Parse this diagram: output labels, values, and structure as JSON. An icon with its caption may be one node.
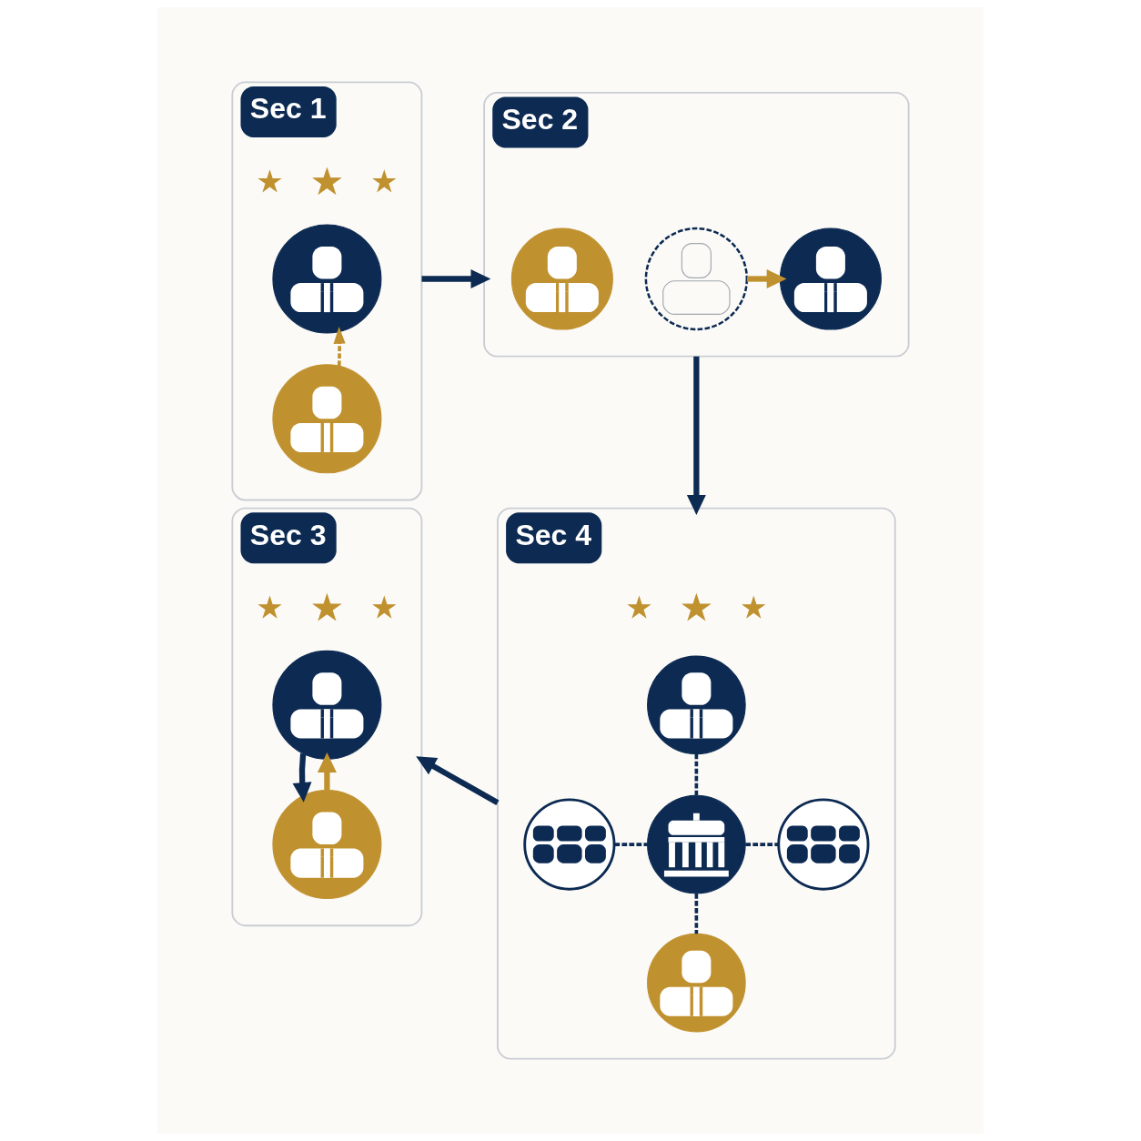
{
  "diagram": {
    "nodes": [
      {
        "text": [
          "Sec 1"
        ]
      },
      {
        "text": [],
        "shape": "star",
        "in": 0
      },
      {
        "text": [],
        "shape": "star",
        "in": 0
      },
      {
        "text": [],
        "shape": "star",
        "in": 0
      },
      {
        "text": [],
        "shape": "person",
        "in": 0
      },
      {
        "text": [],
        "shape": "person",
        "in": 0
      },
      {
        "text": [
          "Sec 2"
        ]
      },
      {
        "text": [],
        "shape": "person",
        "in": 6
      },
      {
        "text": [],
        "shape": "person",
        "in": 6
      },
      {
        "text": [],
        "shape": "person",
        "in": 6
      },
      {
        "text": [
          "Sec 3"
        ]
      },
      {
        "text": [],
        "shape": "star",
        "in": 10
      },
      {
        "text": [],
        "shape": "star",
        "in": 10
      },
      {
        "text": [],
        "shape": "star",
        "in": 10
      },
      {
        "text": [],
        "shape": "person",
        "in": 10
      },
      {
        "text": [],
        "shape": "person",
        "in": 10
      },
      {
        "text": [
          "Sec 4"
        ]
      },
      {
        "text": [],
        "shape": "star",
        "in": 16
      },
      {
        "text": [],
        "shape": "star",
        "in": 16
      },
      {
        "text": [],
        "shape": "star",
        "in": 16
      },
      {
        "text": [],
        "shape": "person",
        "in": 16
      },
      {
        "text": [],
        "shape": "person",
        "in": 16
      },
      {
        "text": [],
        "shape": "picture",
        "in": 16
      },
      {
        "text": [],
        "shape": "person",
        "in": 16
      },
      {
        "text": [],
        "shape": "person",
        "in": 16
      }
    ],
    "edges": [
      {
        "from": 5,
        "to": 4,
        "arrow": "to",
        "style": "dashed",
        "color": "#c0912f"
      },
      {
        "from": 0,
        "to": 6,
        "arrow": "to"
      },
      {
        "from": 8,
        "to": 9,
        "arrow": "to",
        "color": "#c0912f"
      },
      {
        "from": 6,
        "to": 16,
        "arrow": "to"
      },
      {
        "from": 16,
        "to": 10,
        "arrow": "to"
      },
      {
        "from": 15,
        "to": 14,
        "arrow": "to",
        "color": "#c0912f"
      },
      {
        "from": 14,
        "to": 15,
        "arrow": "to"
      },
      {
        "from": 20,
        "to": 22,
        "arrow": "none",
        "style": "dashed"
      },
      {
        "from": 21,
        "to": 22,
        "arrow": "none",
        "style": "dashed"
      },
      {
        "from": 22,
        "to": 23,
        "arrow": "none",
        "style": "dashed"
      },
      {
        "from": 22,
        "to": 24,
        "arrow": "none",
        "style": "dashed"
      }
    ]
  }
}
